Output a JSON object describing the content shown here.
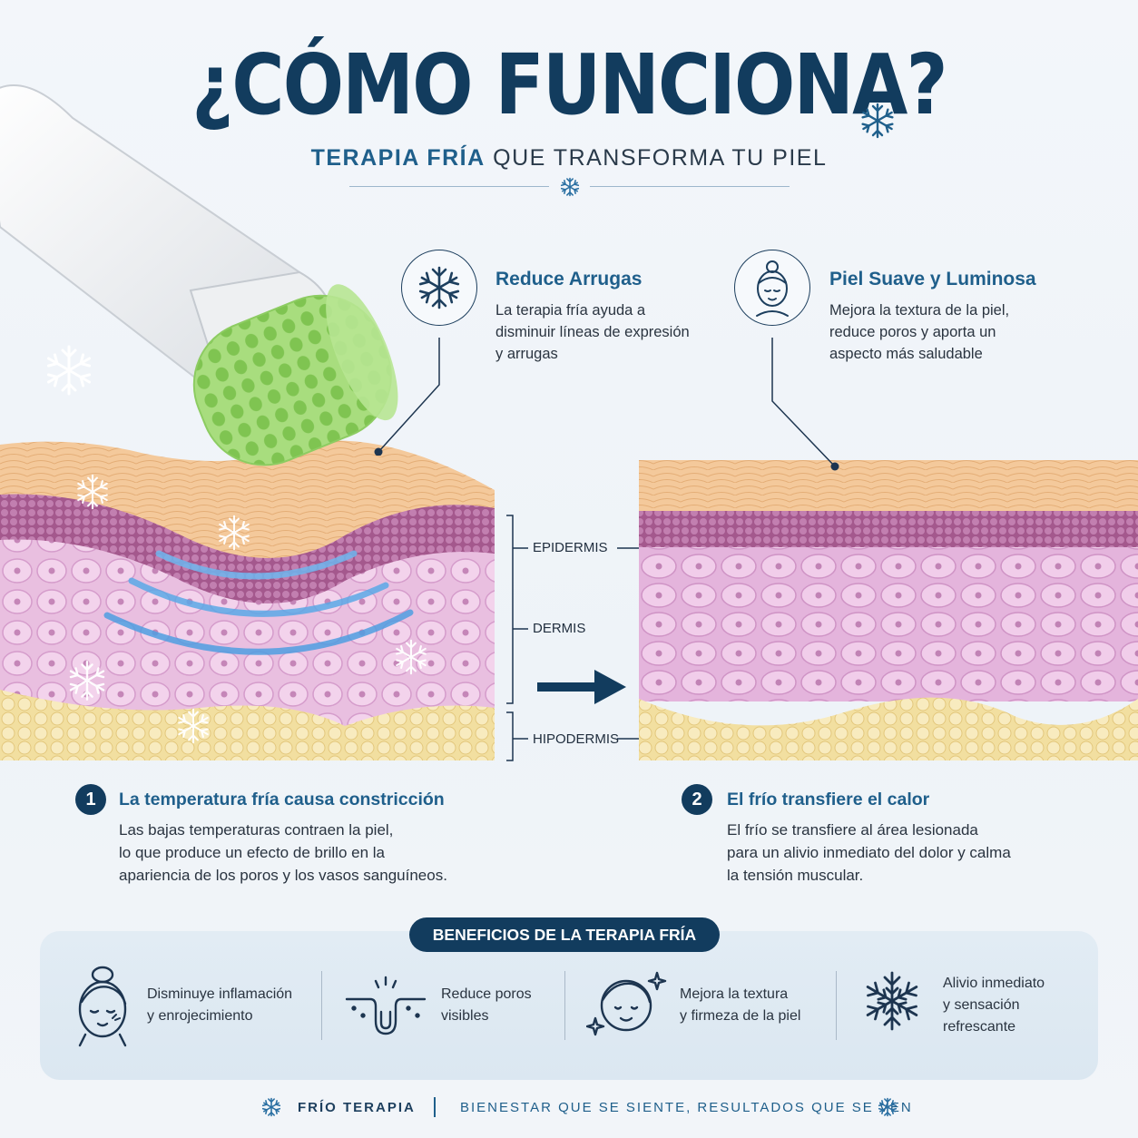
{
  "header": {
    "title": "¿CÓMO FUNCIONA?",
    "subtitle_accent": "TERAPIA FRÍA",
    "subtitle_rest": "QUE TRANSFORMA TU PIEL"
  },
  "features": [
    {
      "icon": "snowflake-icon",
      "title": "Reduce Arrugas",
      "lines": [
        "La terapia fría ayuda a",
        "disminuir líneas de expresión",
        "y arrugas"
      ]
    },
    {
      "icon": "face-icon",
      "title": "Piel Suave y Luminosa",
      "lines": [
        "Mejora la textura de la piel,",
        "reduce poros y aporta un",
        "aspecto más saludable"
      ]
    }
  ],
  "layers": {
    "epidermis": "EPIDERMIS",
    "dermis": "DERMIS",
    "hipodermis": "HIPODERMIS"
  },
  "steps": [
    {
      "number": "1",
      "title": "La temperatura fría causa constricción",
      "lines": [
        "Las bajas temperaturas contraen la piel,",
        "lo que produce un efecto de brillo en la",
        "apariencia de los poros y los vasos sanguíneos."
      ]
    },
    {
      "number": "2",
      "title": "El frío transfiere el calor",
      "lines": [
        "El frío se transfiere al área lesionada",
        "para un alivio inmediato del dolor y calma",
        "la tensión muscular."
      ]
    }
  ],
  "benefits": {
    "heading": "BENEFICIOS DE LA TERAPIA FRÍA",
    "items": [
      {
        "icon": "face-bun-icon",
        "lines": [
          "Disminuye inflamación",
          "y enrojecimiento"
        ]
      },
      {
        "icon": "pore-icon",
        "lines": [
          "Reduce poros",
          "visibles"
        ]
      },
      {
        "icon": "face-sparkle-icon",
        "lines": [
          "Mejora la textura",
          "y firmeza de la piel"
        ]
      },
      {
        "icon": "snowflake-icon",
        "lines": [
          "Alivio inmediato",
          "y sensación",
          "refrescante"
        ]
      }
    ]
  },
  "footer": {
    "brand": "FRÍO TERAPIA",
    "tagline": "BIENESTAR QUE SE SIENTE, RESULTADOS QUE SE VEN"
  },
  "colors": {
    "navy": "#123c5e",
    "accent_blue": "#1f5f8b",
    "roller_green": "#9ed873",
    "skin_top": "#f3c89a",
    "epidermis_purple": "#b06a9a",
    "dermis_pink": "#e6b6dc",
    "fat_yellow": "#f3df9e"
  }
}
